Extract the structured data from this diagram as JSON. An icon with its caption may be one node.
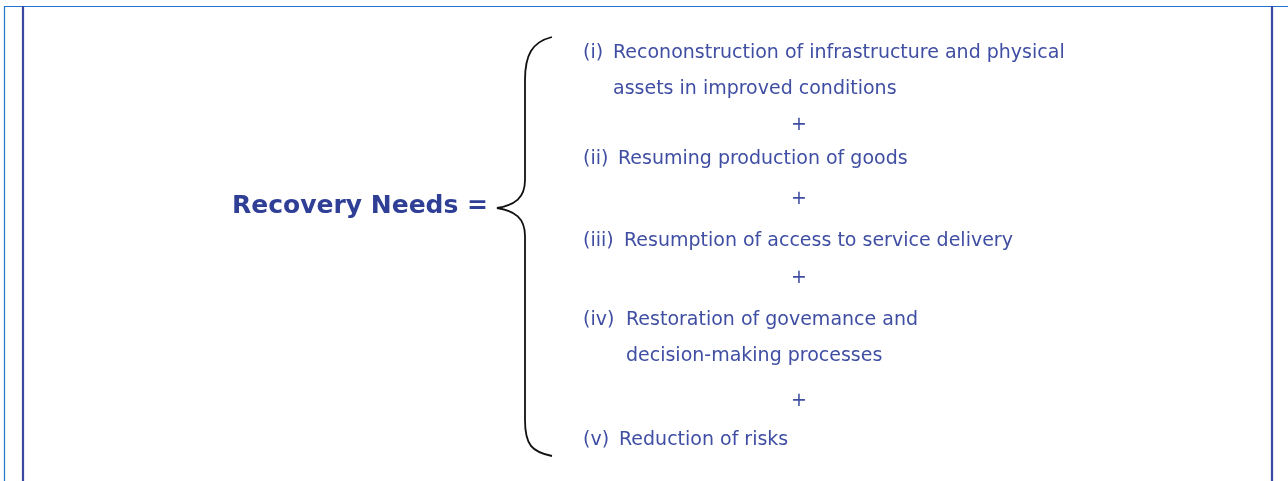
{
  "diagram": {
    "labels": [
      "Recovery Needs =",
      "(i)",
      "Recononstruction of infrastructure and physical assets in improved conditions",
      "+",
      "(ii)",
      "Resuming production of goods",
      "+",
      "(iii)",
      "Resumption of access to service delivery",
      "+",
      "(iv)",
      "Restoration of govemance and decision-making processes",
      "+",
      "(v)",
      "Reduction of risks"
    ]
  }
}
